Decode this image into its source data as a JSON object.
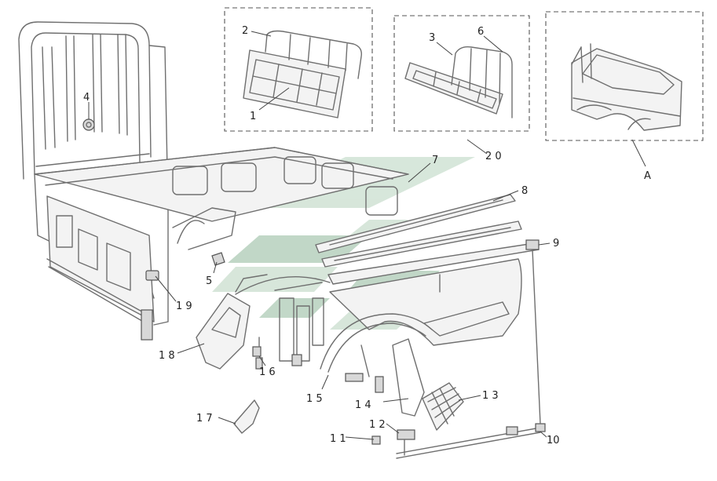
{
  "callouts": {
    "c1": "1",
    "c2": "2",
    "c3": "3",
    "c4": "4",
    "c5": "5",
    "c6": "6",
    "c7": "7",
    "c8": "8",
    "c9": "9",
    "c10": "10",
    "c11": "1 1",
    "c12": "1 2",
    "c13": "1 3",
    "c14": "1 4",
    "c15": "1 5",
    "c16": "1 6",
    "c17": "1 7",
    "c18": "1 8",
    "c19": "1 9",
    "c20": "2 0",
    "cA": "A"
  },
  "colors": {
    "line": "#6f6f6f",
    "watermark": "#8fb89a"
  },
  "watermark": "logo-mark"
}
